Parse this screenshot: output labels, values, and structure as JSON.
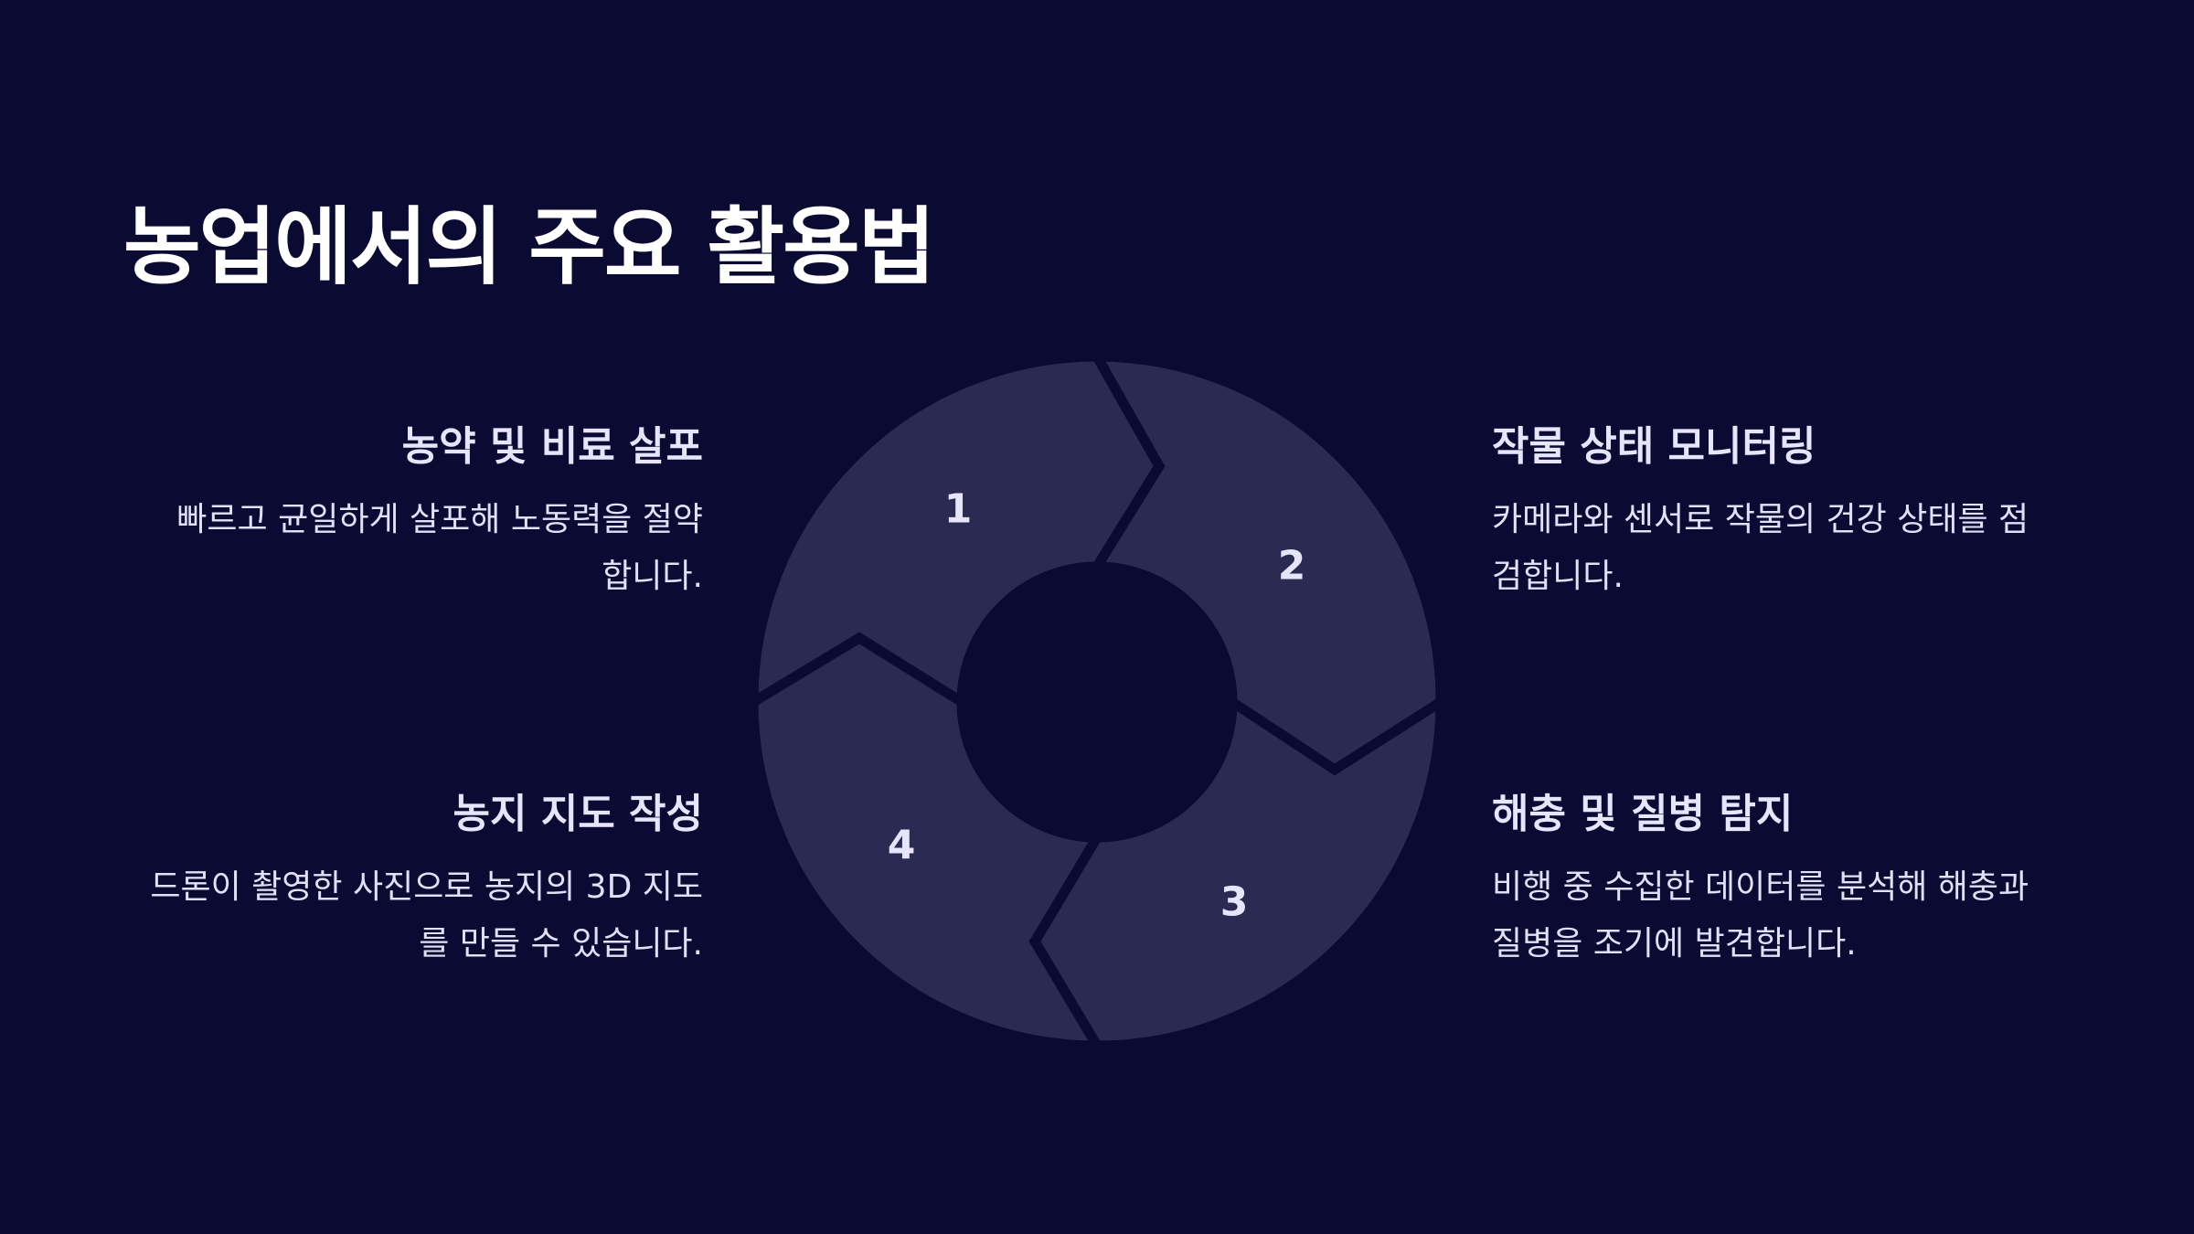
{
  "title": "농업에서의 주요 활용법",
  "items": [
    {
      "number": "1",
      "title": "농약 및 비료 살포",
      "desc_line1": "빠르고 균일하게 살포해 노동력을 절약",
      "desc_line2": "합니다."
    },
    {
      "number": "2",
      "title": "작물 상태 모니터링",
      "desc_line1": "카메라와 센서로 작물의 건강 상태를 점",
      "desc_line2": "검합니다."
    },
    {
      "number": "3",
      "title": "해충 및 질병 탐지",
      "desc_line1": "비행 중 수집한 데이터를 분석해 해충과",
      "desc_line2": "질병을 조기에 발견합니다."
    },
    {
      "number": "4",
      "title": "농지 지도 작성",
      "desc_line1": "드론이 촬영한 사진으로 농지의 3D 지도",
      "desc_line2": "를 만들 수 있습니다."
    }
  ],
  "colors": {
    "background": "#0b0a33",
    "segment": "#2b2a53",
    "text": "#e7e5fb"
  }
}
